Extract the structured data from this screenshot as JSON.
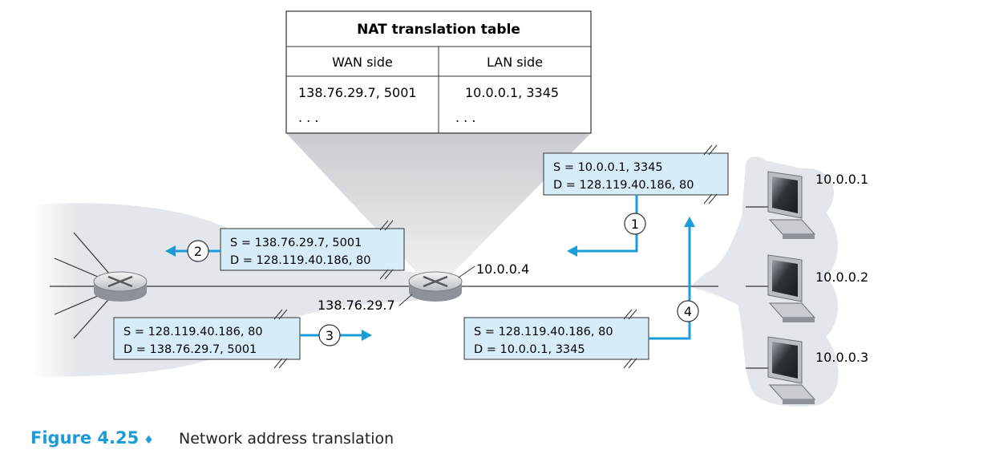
{
  "nat_table": {
    "title": "NAT translation table",
    "headers": [
      "WAN side",
      "LAN side"
    ],
    "rows": [
      [
        "138.76.29.7, 5001",
        "10.0.0.1, 3345"
      ],
      [
        ". . .",
        ". . ."
      ]
    ]
  },
  "packets": [
    {
      "step": "1",
      "src": "S = 10.0.0.1, 3345",
      "dst": "D = 128.119.40.186, 80"
    },
    {
      "step": "2",
      "src": "S = 138.76.29.7, 5001",
      "dst": "D = 128.119.40.186, 80"
    },
    {
      "step": "3",
      "src": "S = 128.119.40.186, 80",
      "dst": "D = 138.76.29.7, 5001"
    },
    {
      "step": "4",
      "src": "S = 128.119.40.186, 80",
      "dst": "D = 10.0.0.1, 3345"
    }
  ],
  "router": {
    "lan_ip": "10.0.0.4",
    "wan_ip": "138.76.29.7"
  },
  "hosts": [
    "10.0.0.1",
    "10.0.0.2",
    "10.0.0.3"
  ],
  "caption": {
    "figure": "Figure 4.25",
    "text": "Network address translation"
  },
  "colors": {
    "accent": "#1a9cd8",
    "packet_fill": "#d6ecf8",
    "cloud": "#e3e6ea"
  }
}
